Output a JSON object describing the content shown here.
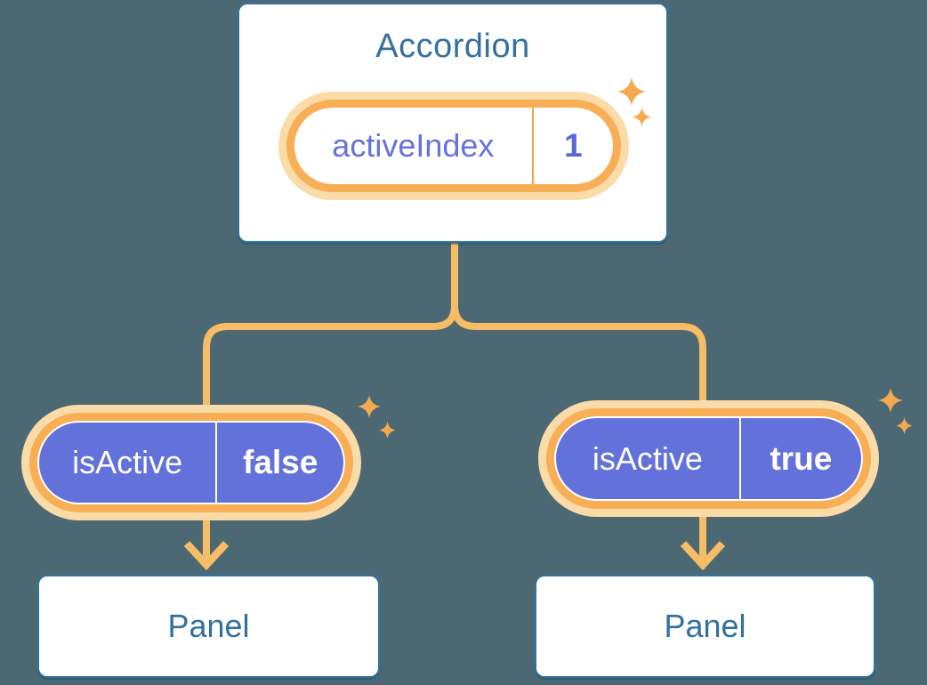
{
  "diagram": {
    "description": "React component tree diagram: Accordion parent holding state, passing props to two Panels",
    "colors": {
      "background": "#4C6872",
      "card_border": "#31739F",
      "card_text": "#35719F",
      "connector_line": "#F6BC66",
      "pill_ring": "#F7AE55",
      "pill_glow": "#FBDCA8",
      "pill_purple": "#6371DA",
      "pill_purple_text": "#FFFFFF",
      "state_text": "#6673DB",
      "sparkle": "#F5A94F"
    },
    "icons": {
      "sparkle": "four-point-star",
      "arrow": "down-chevron-arrow"
    }
  },
  "accordion": {
    "title": "Accordion",
    "pill": {
      "label": "activeIndex",
      "value": "1"
    }
  },
  "branches": {
    "left": {
      "pill": {
        "label": "isActive",
        "value": "false"
      },
      "panel": {
        "label": "Panel"
      }
    },
    "right": {
      "pill": {
        "label": "isActive",
        "value": "true"
      },
      "panel": {
        "label": "Panel"
      }
    }
  }
}
